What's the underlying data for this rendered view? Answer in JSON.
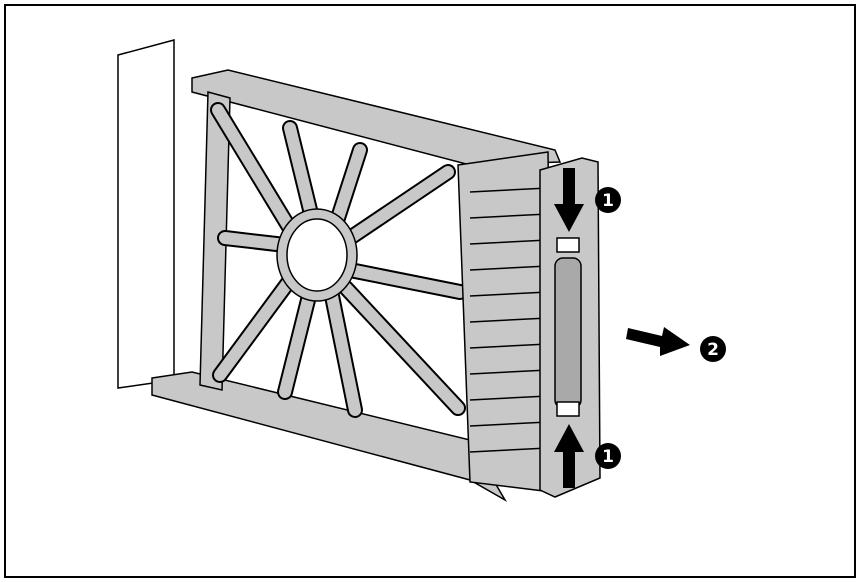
{
  "figure": {
    "background": "#ffffff",
    "ink": "#000000",
    "part_fill": "#c8c8c8",
    "part_shade": "#a9a9a9"
  },
  "callouts": {
    "top_press": "1",
    "bottom_press": "1",
    "pull_out": "2"
  },
  "icons": {
    "top_press": "arrow-down-icon",
    "bottom_press": "arrow-up-icon",
    "pull_out": "arrow-right-icon"
  }
}
